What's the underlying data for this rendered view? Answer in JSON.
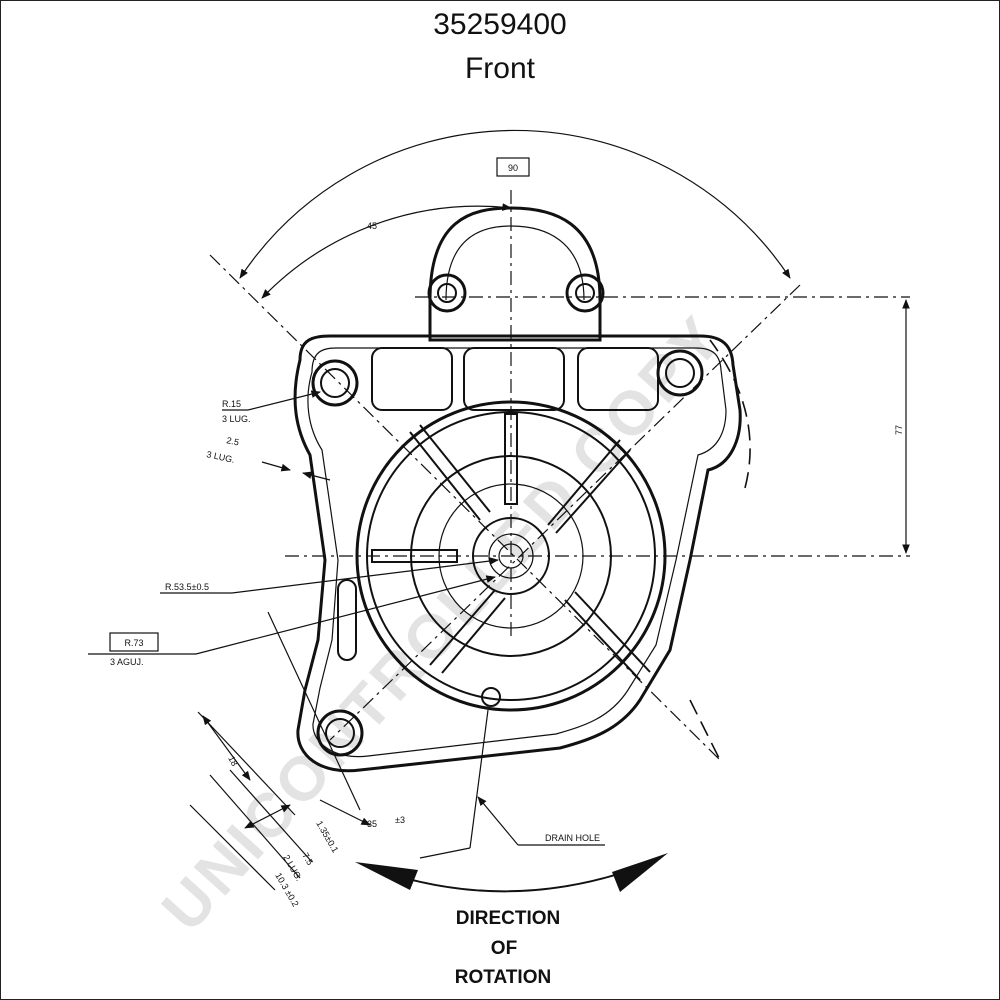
{
  "header": {
    "part_number": "35259400",
    "view": "Front"
  },
  "dimensions": {
    "angle_90": "90",
    "angle_45": "45",
    "height_77": "77",
    "r15": "R.15",
    "r15_note": "3 LUG.",
    "t25": "2.5",
    "t25_note": "3 LUG.",
    "r535": "R.53.5±0.5",
    "r73": "R.73",
    "r73_note": "3 AGUJ.",
    "d18": "18",
    "d35": "35",
    "d35_tol": "±3",
    "d135": "1.35±0.1",
    "d75": "7.5",
    "d75_note": "2 LUG.",
    "d103": "10.3 ±0.2",
    "drain": "DRAIN HOLE"
  },
  "rotation": {
    "line1": "DIRECTION",
    "line2": "OF",
    "line3": "ROTATION"
  },
  "watermark": "UNICONTROLLED COPY"
}
